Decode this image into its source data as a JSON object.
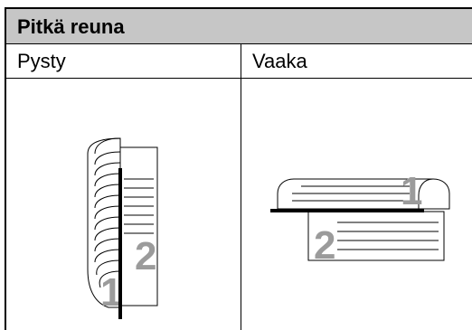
{
  "header": {
    "title": "Pitkä reuna"
  },
  "columns": [
    {
      "label": "Pysty"
    },
    {
      "label": "Vaaka"
    }
  ],
  "portrait_figure": {
    "page_front": "1",
    "page_back": "2"
  },
  "landscape_figure": {
    "page_front": "1",
    "page_back": "2"
  }
}
